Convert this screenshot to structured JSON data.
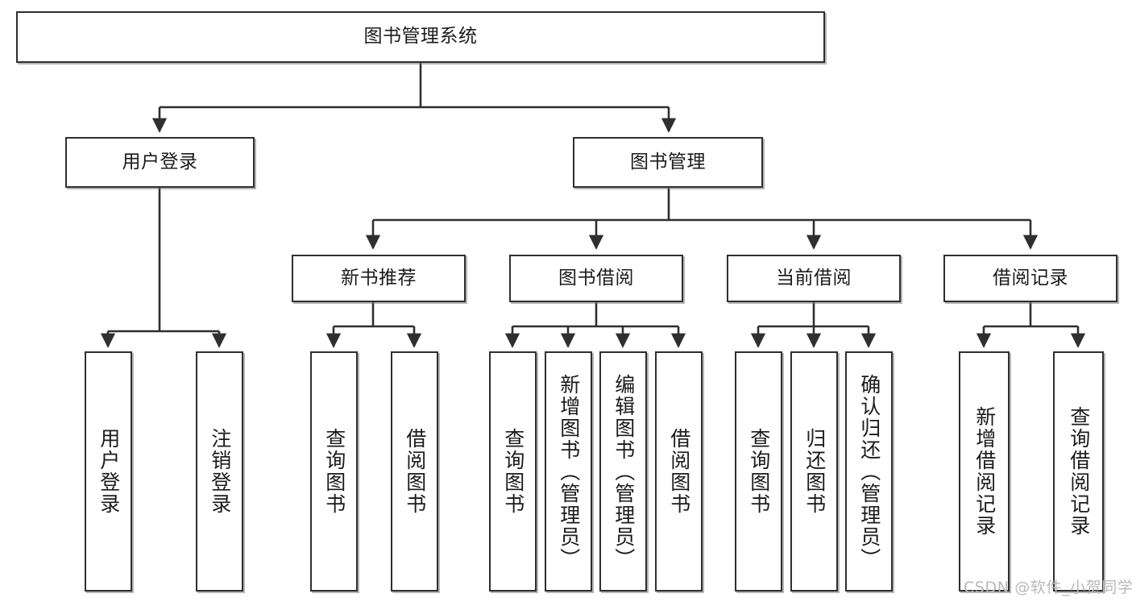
{
  "diagram": {
    "title_node": {
      "label": "图书管理系统"
    },
    "level1": [
      {
        "id": "user-login",
        "label": "用户登录"
      },
      {
        "id": "book-management",
        "label": "图书管理"
      }
    ],
    "level2": [
      {
        "id": "new-book-recommend",
        "label": "新书推荐"
      },
      {
        "id": "book-borrow",
        "label": "图书借阅"
      },
      {
        "id": "current-borrow",
        "label": "当前借阅"
      },
      {
        "id": "borrow-record",
        "label": "借阅记录"
      }
    ],
    "leaves": [
      {
        "id": "leaf-user-login",
        "label": "用户登录",
        "parent": "用户登录"
      },
      {
        "id": "leaf-logout",
        "label": "注销登录",
        "parent": "用户登录"
      },
      {
        "id": "leaf-query-book-1",
        "label": "查询图书",
        "parent": "新书推荐"
      },
      {
        "id": "leaf-borrow-book-1",
        "label": "借阅图书",
        "parent": "新书推荐"
      },
      {
        "id": "leaf-query-book-2",
        "label": "查询图书",
        "parent": "图书借阅"
      },
      {
        "id": "leaf-add-book",
        "label": "新增图书（管理员）",
        "parent": "图书借阅"
      },
      {
        "id": "leaf-edit-book",
        "label": "编辑图书（管理员）",
        "parent": "图书借阅"
      },
      {
        "id": "leaf-borrow-book-2",
        "label": "借阅图书",
        "parent": "图书借阅"
      },
      {
        "id": "leaf-query-book-3",
        "label": "查询图书",
        "parent": "当前借阅"
      },
      {
        "id": "leaf-return-book",
        "label": "归还图书",
        "parent": "当前借阅"
      },
      {
        "id": "leaf-confirm-return",
        "label": "确认归还（管理员）",
        "parent": "当前借阅"
      },
      {
        "id": "leaf-add-record",
        "label": "新增借阅记录",
        "parent": "借阅记录"
      },
      {
        "id": "leaf-query-record",
        "label": "查询借阅记录",
        "parent": "借阅记录"
      }
    ]
  },
  "watermark": {
    "text": "CSDN @软件_小贺同学"
  },
  "colors": {
    "stroke": "#2f2f2f",
    "fill": "#ffffff",
    "text": "#1b1b1b",
    "watermark": "#b9b9b9"
  }
}
